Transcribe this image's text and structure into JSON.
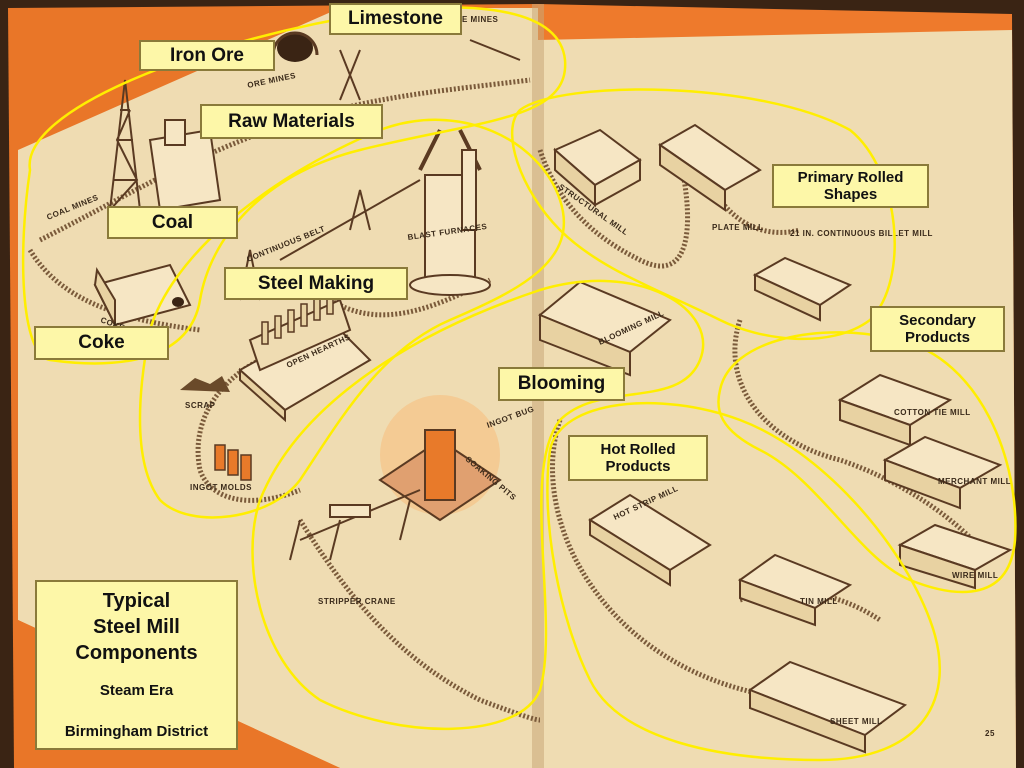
{
  "labels": {
    "limestone": "Limestone",
    "iron_ore": "Iron Ore",
    "raw_materials": "Raw Materials",
    "coal": "Coal",
    "steel_making": "Steel Making",
    "coke": "Coke",
    "blooming": "Blooming",
    "primary_rolled": "Primary Rolled Shapes",
    "secondary_products": "Secondary Products",
    "hot_rolled": "Hot Rolled Products"
  },
  "title_box": {
    "title_line1": "Typical",
    "title_line2": "Steel Mill",
    "title_line3": "Components",
    "subtitle": "Steam Era",
    "district": "Birmingham District"
  },
  "book_text": {
    "ore_mines": "ORE MINES",
    "mines_top": "E MINES",
    "coal_mines": "COAL MINES",
    "continuous_belt": "CONTINUOUS BELT",
    "blast_furnaces": "BLAST FURNACES",
    "open_hearths": "OPEN HEARTHS",
    "scrap": "SCRAP",
    "ingot_molds": "INGOT MOLDS",
    "ingot_bug": "INGOT BUG",
    "soaking_pits": "SOAKING PITS",
    "stripper_crane": "STRIPPER CRANE",
    "structural_mill": "STRUCTURAL MILL",
    "plate_mill": "PLATE MILL",
    "billet_mill": "21 IN. CONTINUOUS BILLET MILL",
    "blooming_mill": "BLOOMING MILL",
    "cotton_tie_mill": "COTTON TIE MILL",
    "merchant_mill": "MERCHANT MILL",
    "wire_mill": "WIRE MILL",
    "hot_strip_mill": "HOT STRIP MILL",
    "tin_mill": "TIN MILL",
    "sheet_mill": "SHEET MILL",
    "coke": "COKE",
    "page_number": "25"
  },
  "colors": {
    "book_orange": "#e8722a",
    "page_cream": "#eedcb0",
    "outline_yellow": "#ffee00",
    "label_fill": "#fdf7a8"
  }
}
